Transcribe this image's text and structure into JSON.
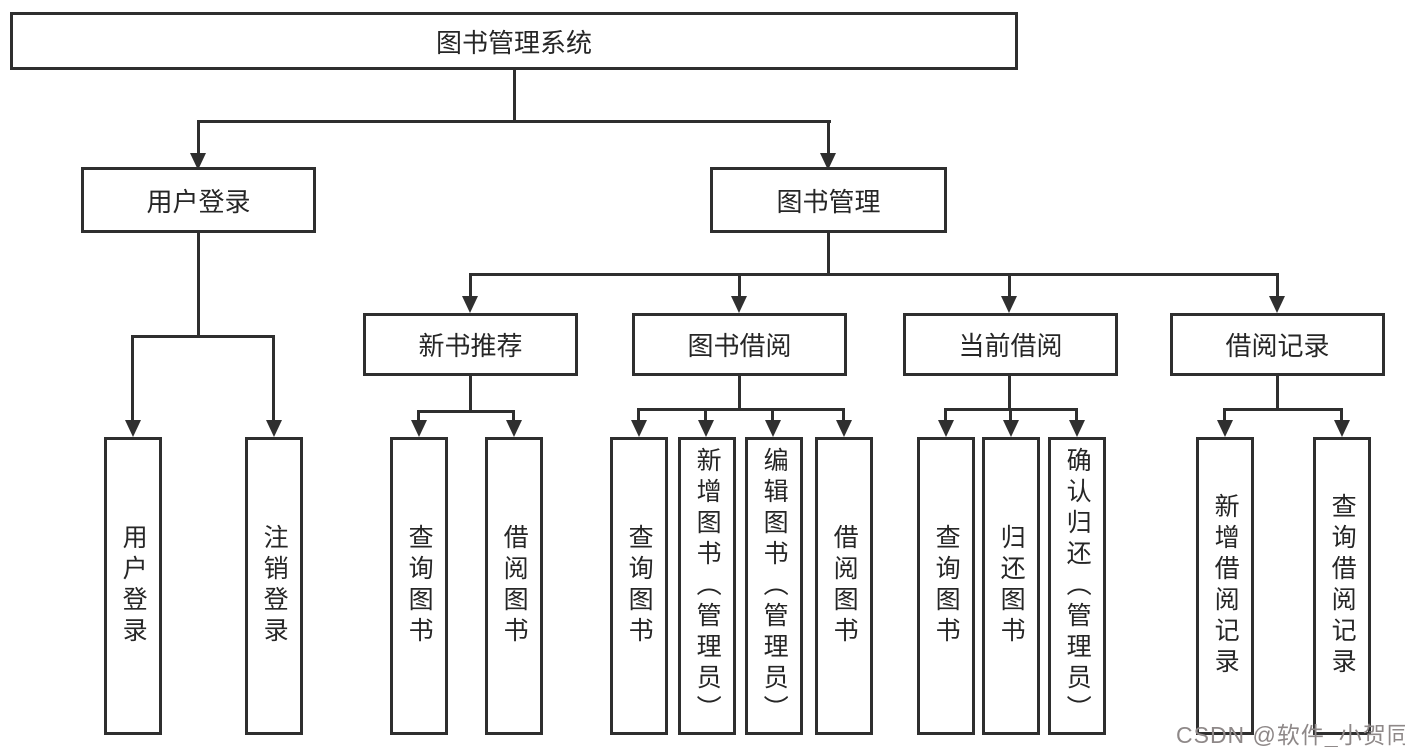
{
  "diagram": {
    "root": {
      "label": "图书管理系统"
    },
    "level2": [
      {
        "label": "用户登录"
      },
      {
        "label": "图书管理"
      }
    ],
    "level3": [
      {
        "label": "新书推荐"
      },
      {
        "label": "图书借阅"
      },
      {
        "label": "当前借阅"
      },
      {
        "label": "借阅记录"
      }
    ],
    "leaves": {
      "user_login": [
        {
          "label": "用户登录"
        },
        {
          "label": "注销登录"
        }
      ],
      "new_book_recommend": [
        {
          "label": "查询图书"
        },
        {
          "label": "借阅图书"
        }
      ],
      "book_borrow": [
        {
          "label": "查询图书"
        },
        {
          "label": "新增图书（管理员）"
        },
        {
          "label": "编辑图书（管理员）"
        },
        {
          "label": "借阅图书"
        }
      ],
      "current_borrow": [
        {
          "label": "查询图书"
        },
        {
          "label": "归还图书"
        },
        {
          "label": "确认归还（管理员）"
        }
      ],
      "borrow_records": [
        {
          "label": "新增借阅记录"
        },
        {
          "label": "查询借阅记录"
        }
      ]
    },
    "colors": {
      "line": "#2f2f2f",
      "text": "#262626",
      "background": "#ffffff",
      "watermark": "#8e8888"
    }
  },
  "watermark": {
    "text": "CSDN @软件_小贺同学"
  }
}
